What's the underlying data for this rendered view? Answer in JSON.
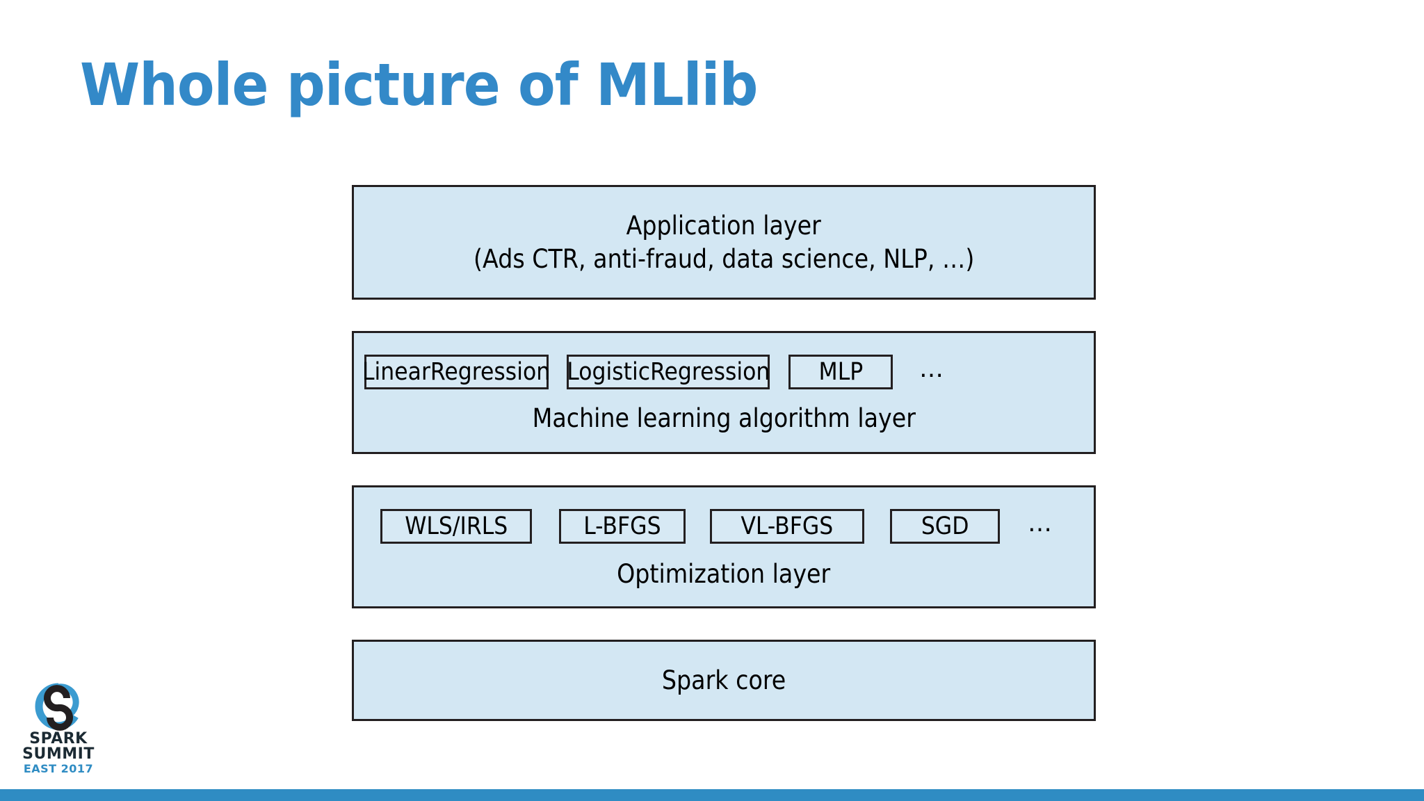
{
  "slide": {
    "title": "Whole picture of MLlib",
    "title_color": "#3389c8",
    "background_color": "#ffffff"
  },
  "footer": {
    "bar_color": "#2f8cc3"
  },
  "logo": {
    "mark_name": "spark-summit-spiral-icon",
    "line1": "SPARK",
    "line2": "SUMMIT",
    "line3": "EAST 2017",
    "primary_color": "#3b9bd0",
    "dark_color": "#231f20",
    "accent_color": "#2f8cc3"
  },
  "diagram": {
    "box_fill": "#d3e7f3",
    "box_border": "#231f20",
    "layers": [
      {
        "id": "application-layer",
        "lines": [
          "Application layer",
          "(Ads CTR, anti-fraud, data science, NLP, …)"
        ]
      },
      {
        "id": "ml-algorithm-layer",
        "caption": "Machine learning algorithm layer",
        "components": [
          "LinearRegression",
          "LogisticRegression",
          "MLP"
        ],
        "ellipsis": "…"
      },
      {
        "id": "optimization-layer",
        "caption": "Optimization layer",
        "components": [
          "WLS/IRLS",
          "L-BFGS",
          "VL-BFGS",
          "SGD"
        ],
        "ellipsis": "…"
      },
      {
        "id": "spark-core-layer",
        "caption": "Spark core"
      }
    ]
  }
}
